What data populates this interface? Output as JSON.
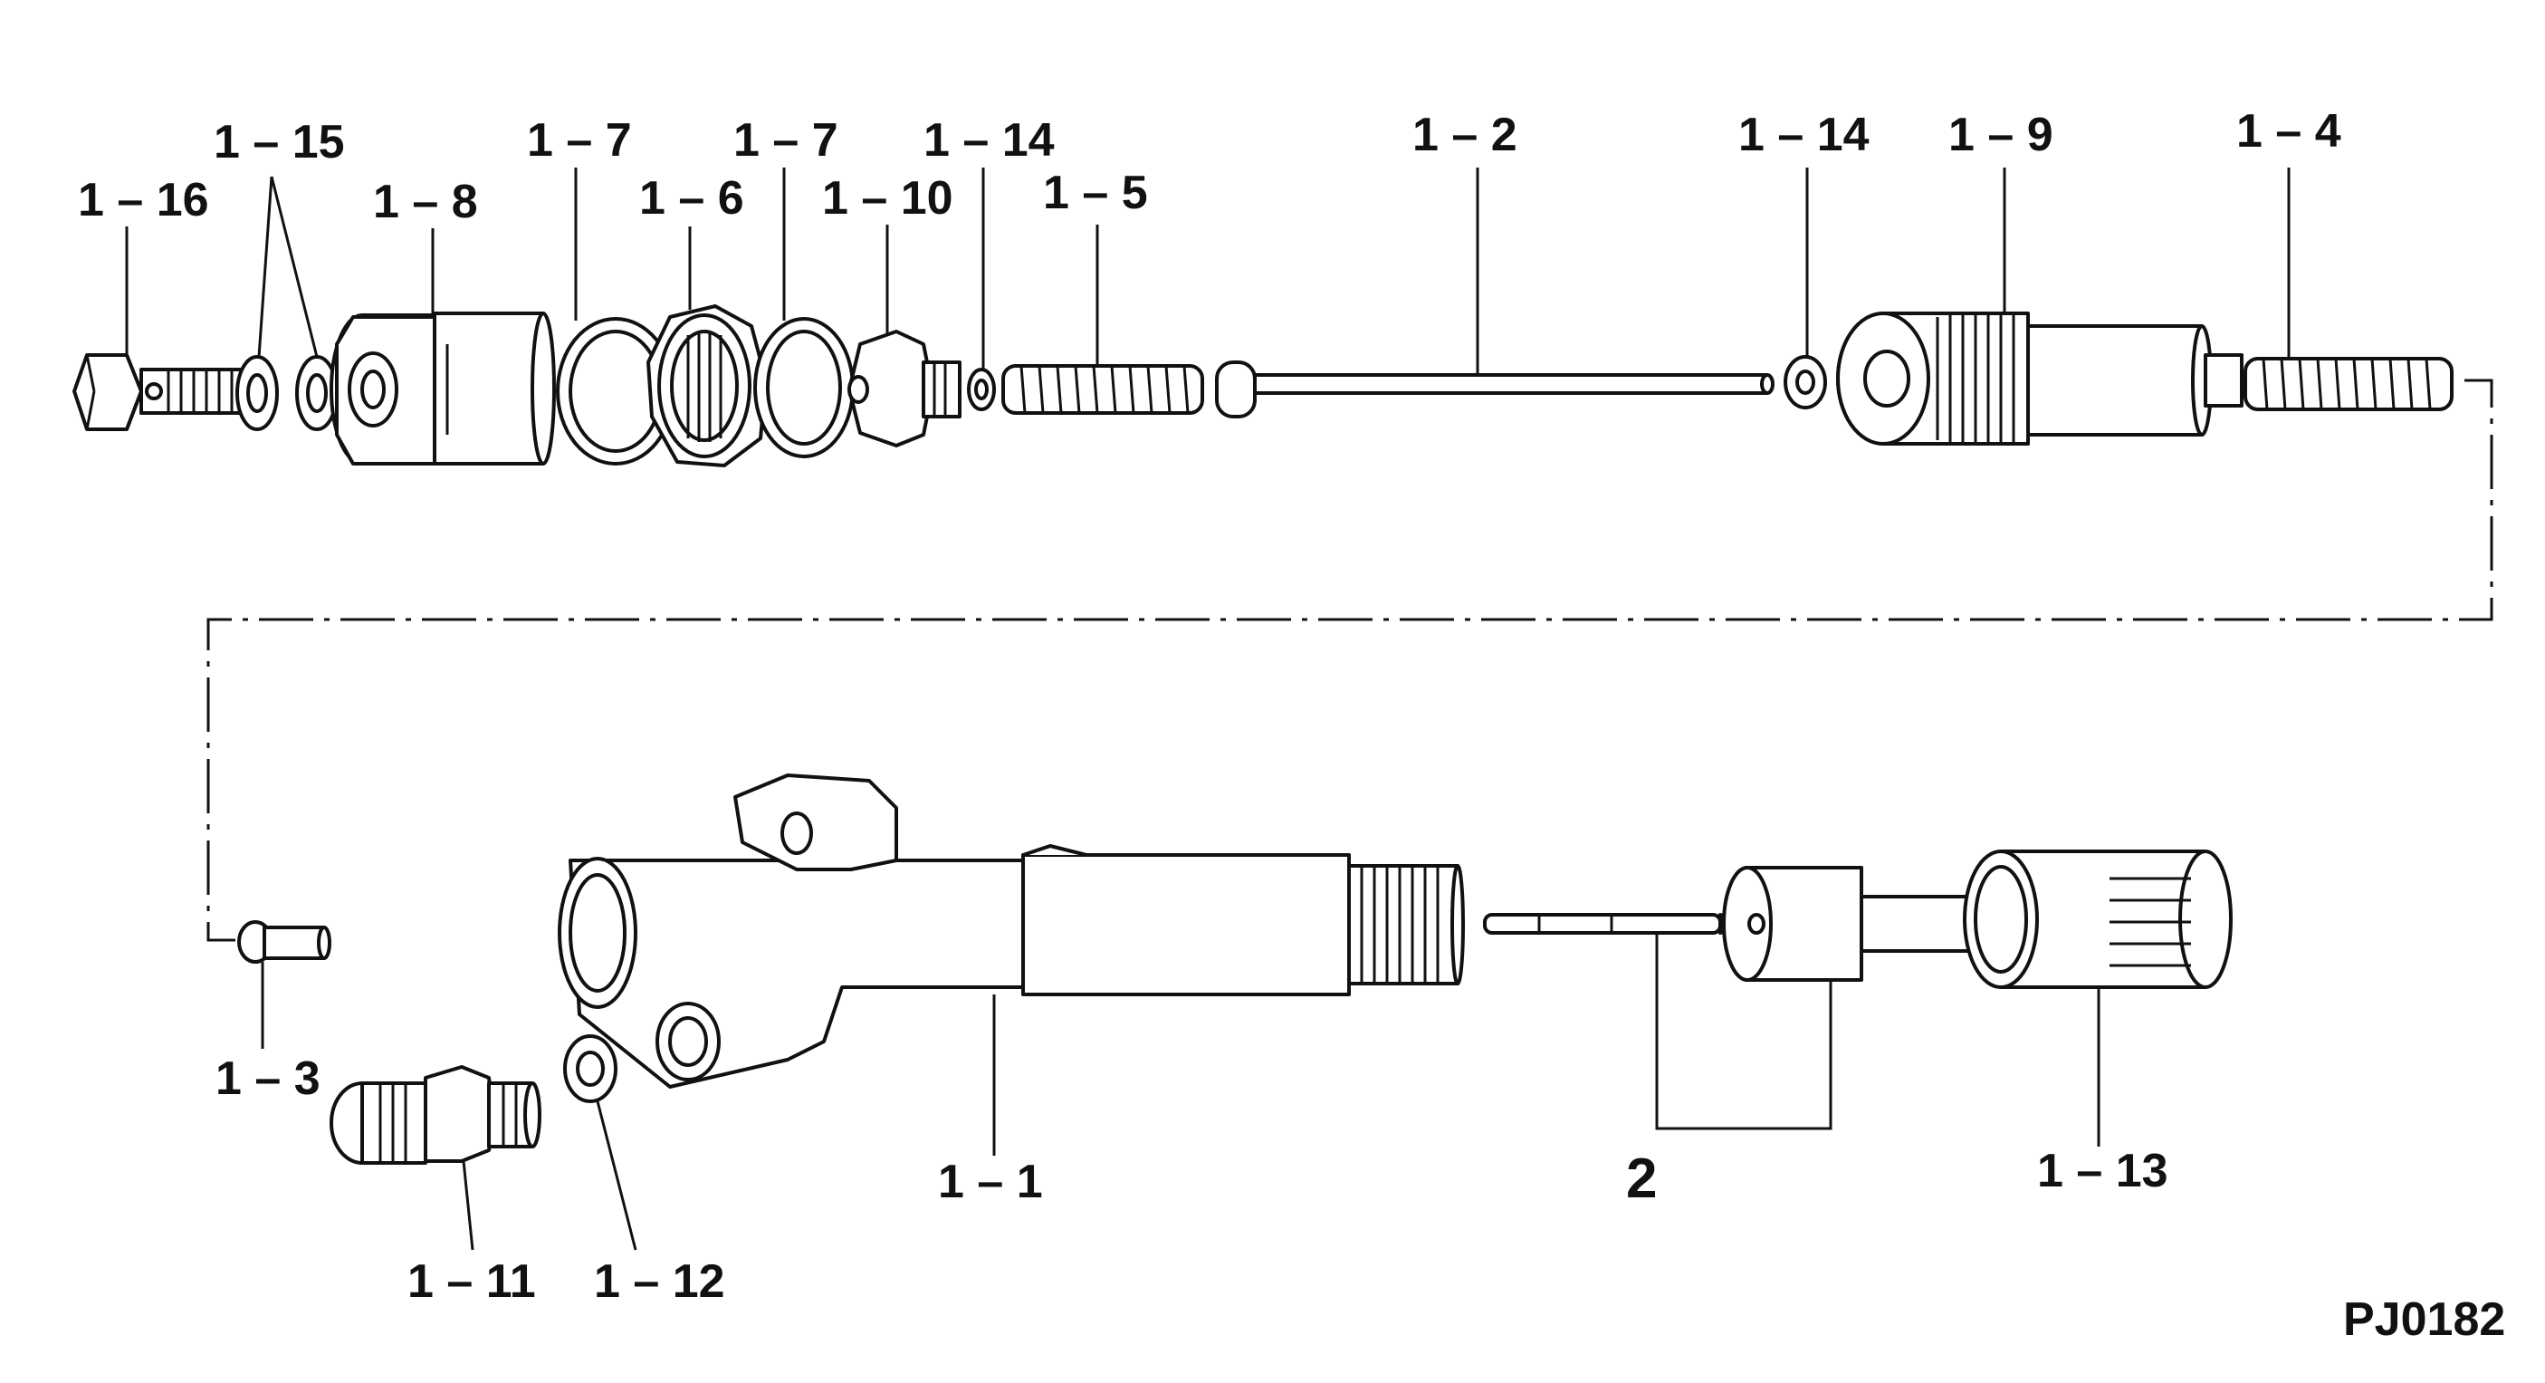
{
  "labels": {
    "l1_16": "1 – 16",
    "l1_15": "1 – 15",
    "l1_8": "1 – 8",
    "l1_7a": "1 – 7",
    "l1_6": "1 – 6",
    "l1_7b": "1 – 7",
    "l1_10": "1 – 10",
    "l1_14a": "1 – 14",
    "l1_5": "1 – 5",
    "l1_2": "1 – 2",
    "l1_14b": "1 – 14",
    "l1_9": "1 – 9",
    "l1_4": "1 – 4",
    "l1_3": "1 – 3",
    "l1_11": "1 – 11",
    "l1_12": "1 – 12",
    "l1_1": "1 – 1",
    "l2": "2",
    "l1_13": "1 – 13"
  },
  "figure_code": "PJ0182"
}
